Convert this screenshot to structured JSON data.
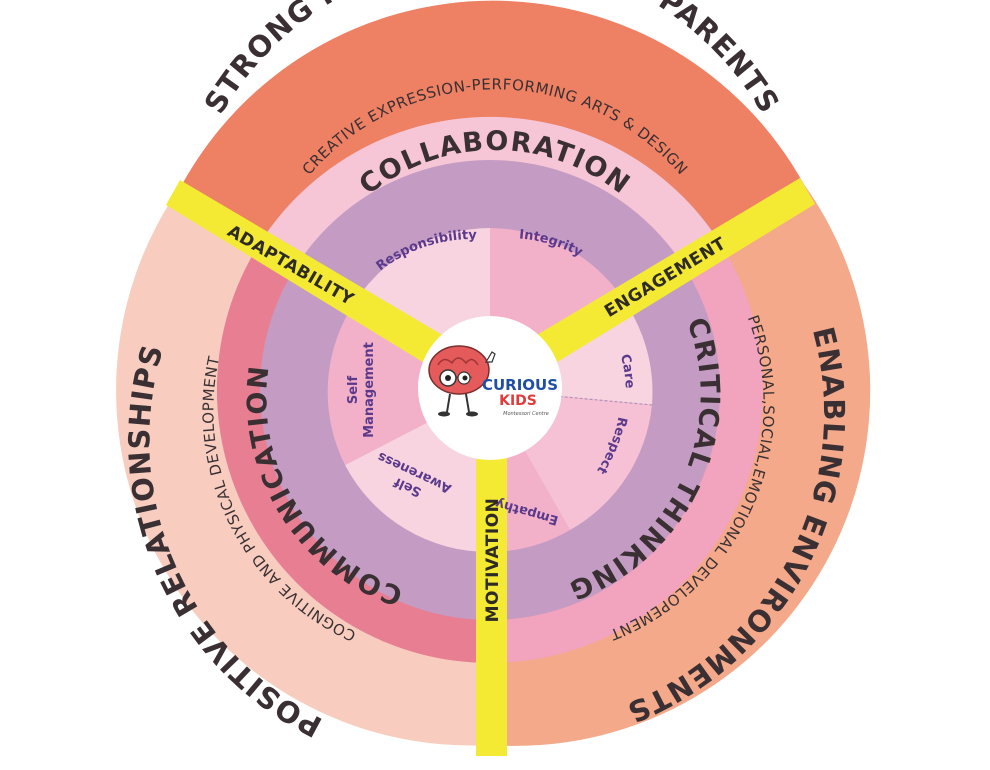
{
  "outer_ring": {
    "top": "STRONG PARTNERSHIP WITH PARENTS",
    "right": "ENABLING ENVIRONMENTS",
    "left": "POSITIVE RELATIONSHIPS"
  },
  "middle_ring": {
    "top": "CREATIVE EXPRESSION-PERFORMING ARTS & DESIGN",
    "right": "PERSONAL,SOCIAL,EMOTIONAL DEVELOPEMENT",
    "left": "COGNITIVE AND PHYSICAL DEVELOPMENT"
  },
  "skills_ring": {
    "top": "COLLABORATION",
    "right": "CRITICAL THINKING",
    "left": "COMMUNICATION"
  },
  "values": {
    "responsibility": "Responsibility",
    "integrity": "Integrity",
    "care": "Care",
    "respect": "Respect",
    "empathy": "Empathy",
    "self_awareness_1": "Self",
    "self_awareness_2": "Awareness",
    "self_management_1": "Self",
    "self_management_2": "Management"
  },
  "spokes": {
    "adaptability": "ADAPTABILITY",
    "engagement": "ENGAGEMENT",
    "motivation": "MOTIVATION"
  },
  "logo": {
    "line1": "CURIOUS",
    "line2": "KIDS",
    "tagline": "Montessori Centre"
  },
  "colors": {
    "outer_top": "#ee8063",
    "outer_right": "#f3a98a",
    "outer_left": "#f8cdbf",
    "middle_top": "#f6c6d6",
    "middle_right": "#f2a3bd",
    "middle_left": "#e87e92",
    "skills_ring": "#c49bc3",
    "inner_pink": "#f3b0c9",
    "inner_light": "#f8d3e0",
    "spoke_yellow": "#f4ea33"
  }
}
